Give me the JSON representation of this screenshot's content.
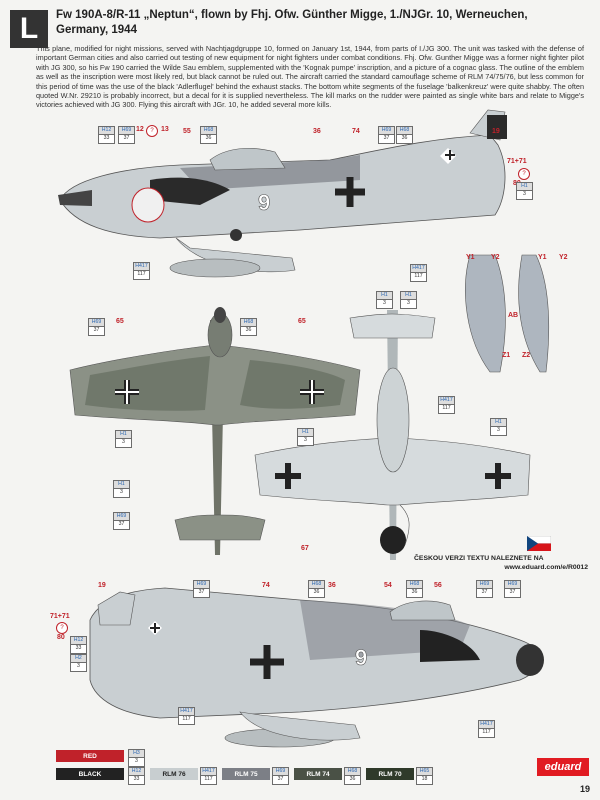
{
  "letter": "L",
  "title": "Fw 190A-8/R-11 „Neptun“, flown by Fhj. Ofw. Günther Migge, 1./NJGr. 10, Werneuchen, Germany, 1944",
  "description": "This plane, modified for night missions, served with Nachtjagdgruppe 10, formed on January 1st, 1944, from parts of I./JG 300. The unit was tasked with the defense of important German cities and also carried out testing of new equipment for night fighters under combat conditions. Fhj. Ofw. Gunther Migge was a former night fighter pilot with JG 300, so his Fw 190 carried the Wilde Sau emblem, supplemented with the 'Kognak pumpe' inscription, and a picture of a cognac glass. The outline of the emblem as well as the inscription were most likely red, but black cannot be ruled out. The aircraft carried the standard camouflage scheme of RLM 74/75/76, but less common for this period of time was the use of the black 'Adlerflugel' behind the exhaust stacks. The bottom white segments of the fuselage 'balkenkreuz' were quite shabby. The often quoted W.Nr. 29210 is probably incorrect, but a decal for it is supplied nevertheless. The kill marks on the rudder were painted as single white bars and relate to Migge's victories achieved with JG 300. Flying this aircraft with JGr. 10, he added several more kills.",
  "czech_note": "ČESKOU VERZI TEXTU NALEZNETE NA",
  "czech_url": "www.eduard.com/e/R0012",
  "page_number": "19",
  "brand": "eduard",
  "fuselage_number": "9",
  "codes": {
    "c1": {
      "top": "H12",
      "bot": "33"
    },
    "c2": {
      "top": "H69",
      "bot": "37"
    },
    "c3": {
      "top": "H68",
      "bot": "36"
    },
    "c4": {
      "top": "H69",
      "bot": "37"
    },
    "c5": {
      "top": "H68",
      "bot": "36"
    },
    "c6": {
      "top": "H1",
      "bot": "3"
    },
    "c7": {
      "top": "H417",
      "bot": "117"
    },
    "c8": {
      "top": "H417",
      "bot": "117"
    },
    "c9": {
      "top": "H1",
      "bot": "3"
    },
    "c10": {
      "top": "H69",
      "bot": "37"
    },
    "c11": {
      "top": "H68",
      "bot": "36"
    },
    "c12": {
      "top": "H1",
      "bot": "3"
    },
    "c13": {
      "top": "H1",
      "bot": "3"
    },
    "c14": {
      "top": "H1",
      "bot": "3"
    },
    "c15": {
      "top": "H417",
      "bot": "117"
    },
    "c16": {
      "top": "H1",
      "bot": "3"
    },
    "c17": {
      "top": "H1",
      "bot": "3"
    },
    "c18": {
      "top": "H69",
      "bot": "37"
    },
    "c19": {
      "top": "H68",
      "bot": "36"
    },
    "c20": {
      "top": "H69",
      "bot": "37"
    },
    "c21": {
      "top": "H68",
      "bot": "36"
    },
    "c22": {
      "top": "H68",
      "bot": "36"
    },
    "c23": {
      "top": "H69",
      "bot": "37"
    },
    "c24": {
      "top": "H69",
      "bot": "37"
    },
    "c25": {
      "top": "H12",
      "bot": "33"
    },
    "c26": {
      "top": "H2",
      "bot": "3"
    },
    "c27": {
      "top": "H417",
      "bot": "117"
    },
    "c28": {
      "top": "H417",
      "bot": "117"
    },
    "c29": {
      "top": "H1",
      "bot": "3"
    }
  },
  "callouts": {
    "n12": "12",
    "n13": "13",
    "n55": "55",
    "n36": "36",
    "n74": "74",
    "n19": "19",
    "n71": "71+71",
    "n80": "80",
    "n65a": "65",
    "n65b": "65",
    "n67": "67",
    "n54": "54",
    "n56": "56",
    "n19b": "19",
    "n74b": "74",
    "n36b": "36",
    "n71b": "71+71",
    "n80b": "80",
    "y1": "Y1",
    "y2": "Y2",
    "y1b": "Y1",
    "y2b": "Y2",
    "ab": "AB",
    "z1": "Z1",
    "z2": "Z2"
  },
  "legend": [
    {
      "name": "RED",
      "top": "H3",
      "bot": "3",
      "color": "#c0222a",
      "text": "#fff"
    },
    {
      "name": "BLACK",
      "top": "H12",
      "bot": "33",
      "color": "#222222",
      "text": "#fff"
    },
    {
      "name": "RLM 76",
      "top": "H417",
      "bot": "117",
      "color": "#c8ced0",
      "text": "#222"
    },
    {
      "name": "RLM 75",
      "top": "H69",
      "bot": "37",
      "color": "#7c7f86",
      "text": "#fff"
    },
    {
      "name": "RLM 74",
      "top": "H68",
      "bot": "36",
      "color": "#4a5146",
      "text": "#fff"
    },
    {
      "name": "RLM 70",
      "top": "H65",
      "bot": "18",
      "color": "#2f3a2a",
      "text": "#fff"
    }
  ]
}
